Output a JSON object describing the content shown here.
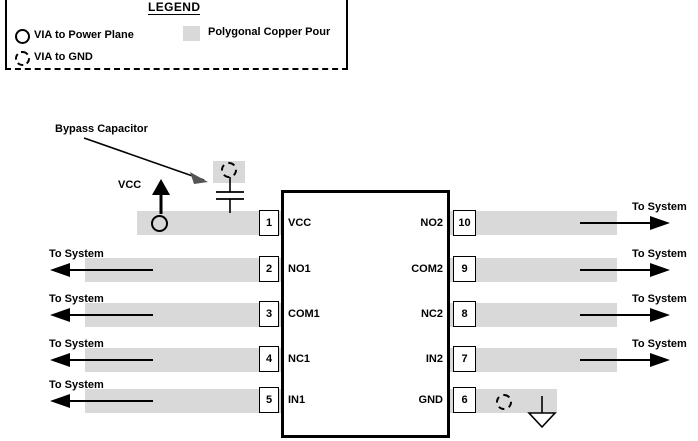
{
  "legend": {
    "title": "LEGEND",
    "items": [
      {
        "icon": "via-solid-circle-icon",
        "label": "VIA to Power Plane"
      },
      {
        "icon": "via-dashed-circle-icon",
        "label": "VIA to GND"
      },
      {
        "icon": "copper-pour-swatch-icon",
        "label": "Polygonal Copper Pour"
      }
    ]
  },
  "annotations": {
    "bypass_capacitor": "Bypass Capacitor",
    "vcc": "VCC",
    "to_system": "To System"
  },
  "ic": {
    "left_pins": [
      {
        "number": "1",
        "name": "VCC"
      },
      {
        "number": "2",
        "name": "NO1"
      },
      {
        "number": "3",
        "name": "COM1"
      },
      {
        "number": "4",
        "name": "NC1"
      },
      {
        "number": "5",
        "name": "IN1"
      }
    ],
    "right_pins": [
      {
        "number": "10",
        "name": "NO2"
      },
      {
        "number": "9",
        "name": "COM2"
      },
      {
        "number": "8",
        "name": "NC2"
      },
      {
        "number": "7",
        "name": "IN2"
      },
      {
        "number": "6",
        "name": "GND"
      }
    ]
  },
  "traces": {
    "left": [
      {
        "pin": "2",
        "label": "To System"
      },
      {
        "pin": "3",
        "label": "To System"
      },
      {
        "pin": "4",
        "label": "To System"
      },
      {
        "pin": "5",
        "label": "To System"
      }
    ],
    "right": [
      {
        "pin": "10",
        "label": "To System"
      },
      {
        "pin": "9",
        "label": "To System"
      },
      {
        "pin": "8",
        "label": "To System"
      },
      {
        "pin": "7",
        "label": "To System"
      }
    ]
  },
  "colors": {
    "copper_pour": "#d9d9d9",
    "outline": "#000000",
    "background": "#ffffff"
  }
}
